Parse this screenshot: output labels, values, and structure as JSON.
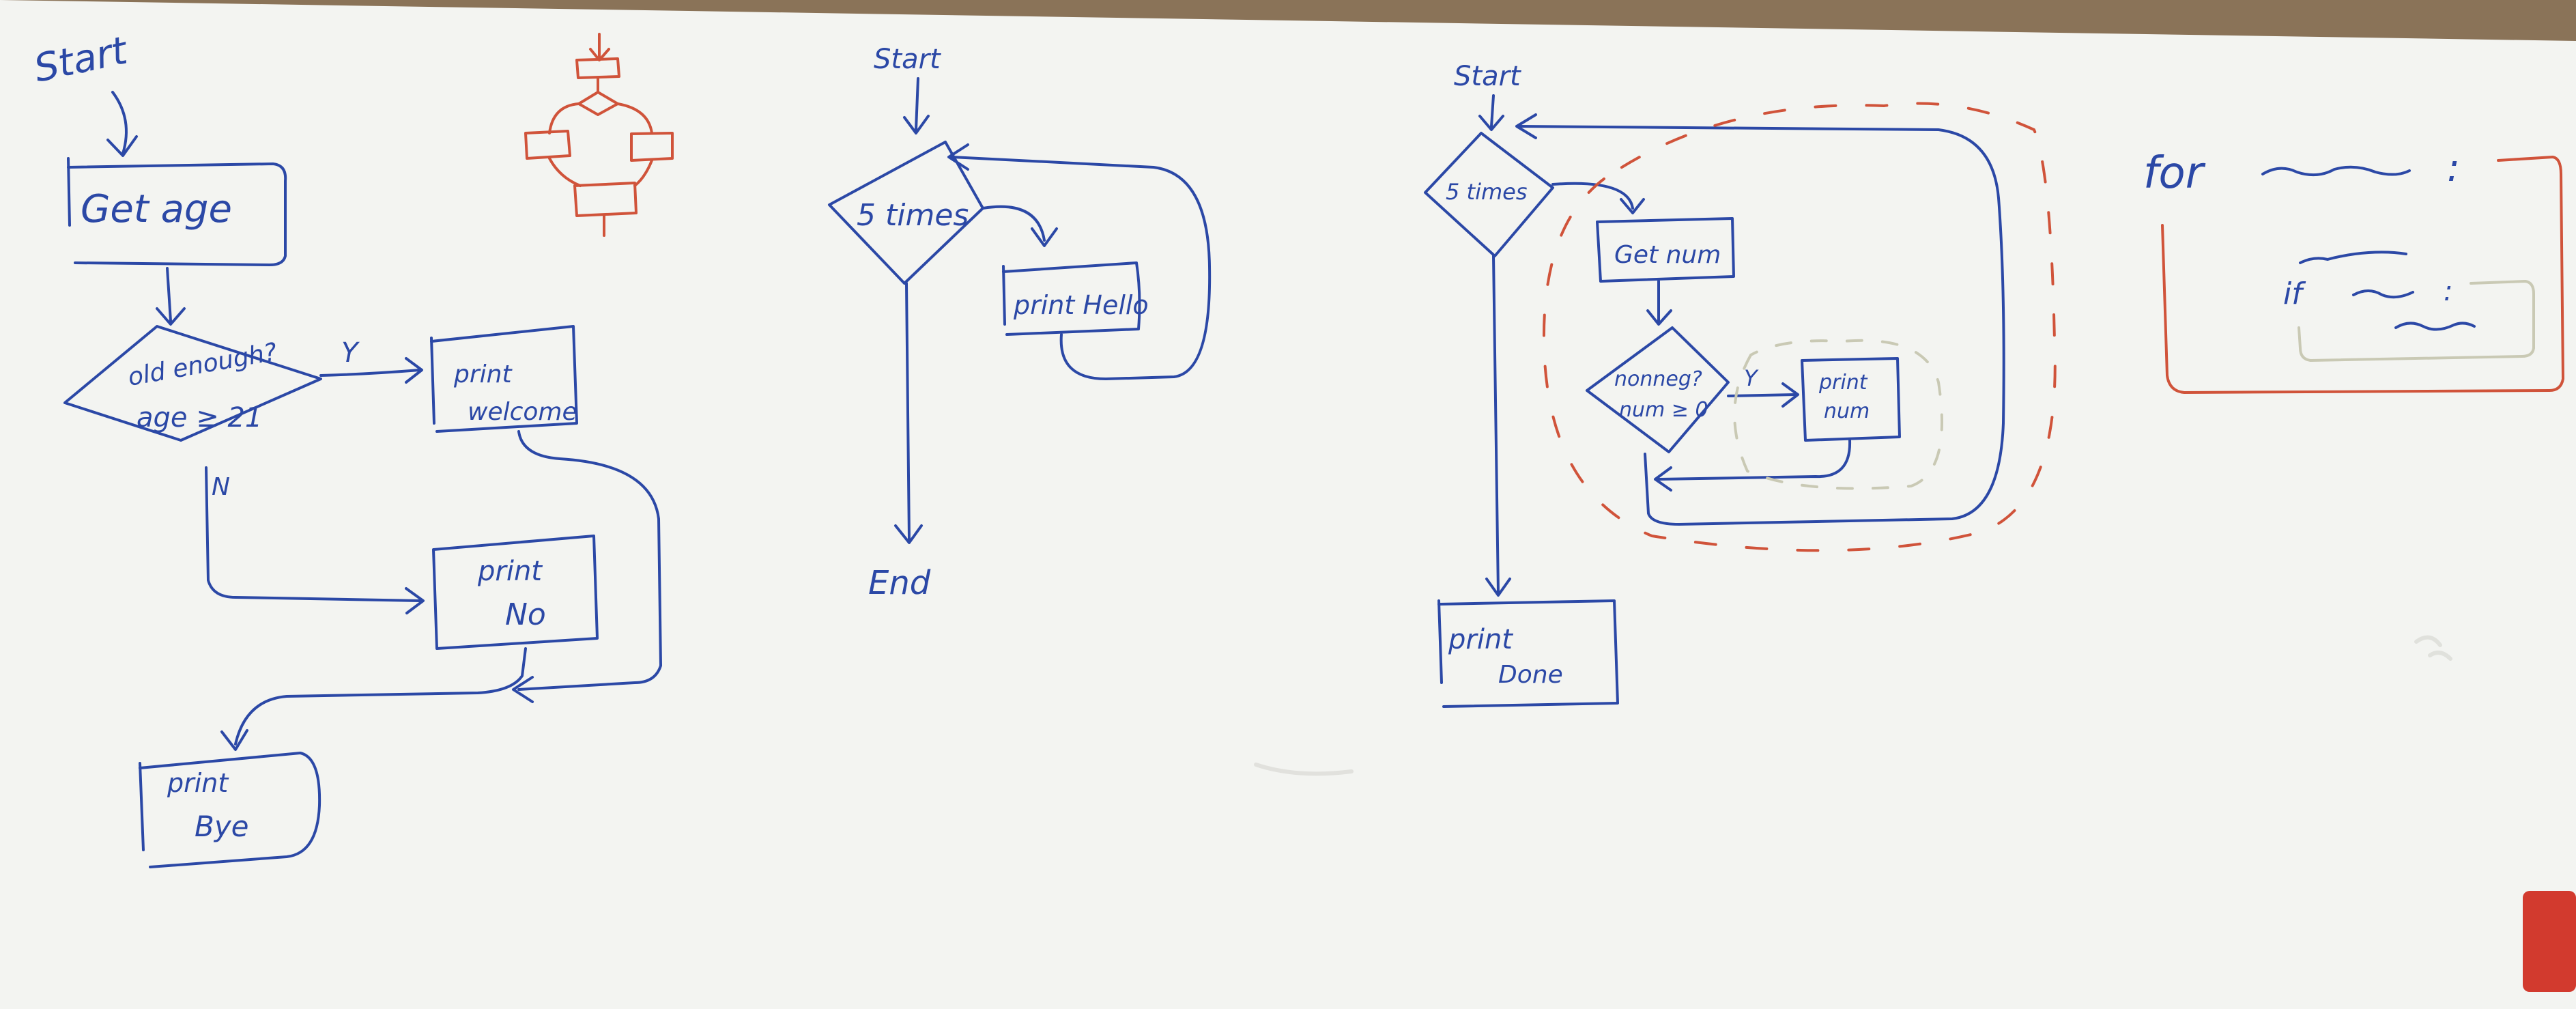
{
  "colors": {
    "board": "#f3f4f1",
    "frame": "#8a7358",
    "blue_ink": "#2b48a6",
    "red_ink": "#d0533a",
    "faint_ink": "#c9c9b4",
    "magnet": "#d23a2e"
  },
  "diagram1": {
    "start": "Start",
    "get_age": "Get age",
    "decision_line1": "old enough?",
    "decision_line2": "age ≥ 21",
    "yes": "Y",
    "no": "N",
    "welcome_line1": "print",
    "welcome_line2": "welcome",
    "no_line1": "print",
    "no_line2": "No",
    "bye_line1": "print",
    "bye_line2": "Bye"
  },
  "diagram2": {
    "start": "Start",
    "loop": "5 times",
    "hello": "print Hello",
    "end": "End"
  },
  "diagram3": {
    "start": "Start",
    "loop": "5 times",
    "get_num": "Get num",
    "decision_line1": "nonneg?",
    "decision_line2": "num ≥ 0",
    "yes": "Y",
    "print_line1": "print",
    "print_line2": "num",
    "done_line1": "print",
    "done_line2": "Done"
  },
  "code_sketch": {
    "for_keyword": "for",
    "colon": ":",
    "if_keyword": "if"
  }
}
